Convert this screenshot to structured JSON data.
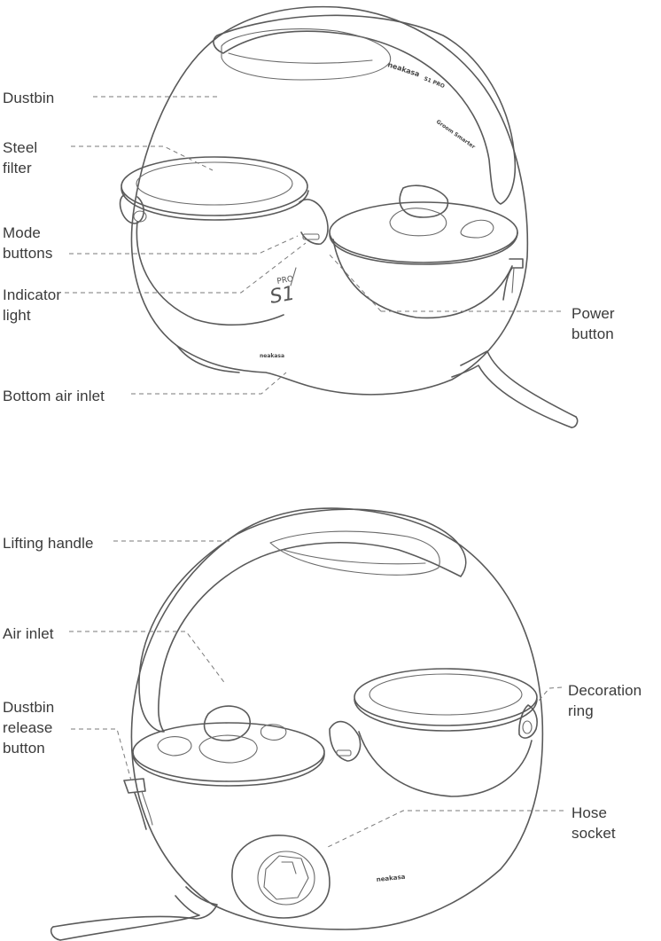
{
  "top_view": {
    "labels": {
      "dustbin": "Dustbin",
      "steel_filter": "Steel\nfilter",
      "mode_buttons": "Mode\nbuttons",
      "indicator_light": "Indicator\nlight",
      "bottom_air_inlet": "Bottom air inlet",
      "power_button": "Power\nbutton"
    },
    "brand_text": "neakasa",
    "model_text": "S1 PRO",
    "tagline": "Groom Smarter",
    "model_badge_small": "PRO",
    "model_badge_large": "S1"
  },
  "bottom_view": {
    "labels": {
      "lifting_handle": "Lifting handle",
      "air_inlet": "Air inlet",
      "dustbin_release_button": "Dustbin\nrelease\nbutton",
      "decoration_ring": "Decoration\nring",
      "hose_socket": "Hose\nsocket"
    },
    "brand_text": "neakasa"
  }
}
